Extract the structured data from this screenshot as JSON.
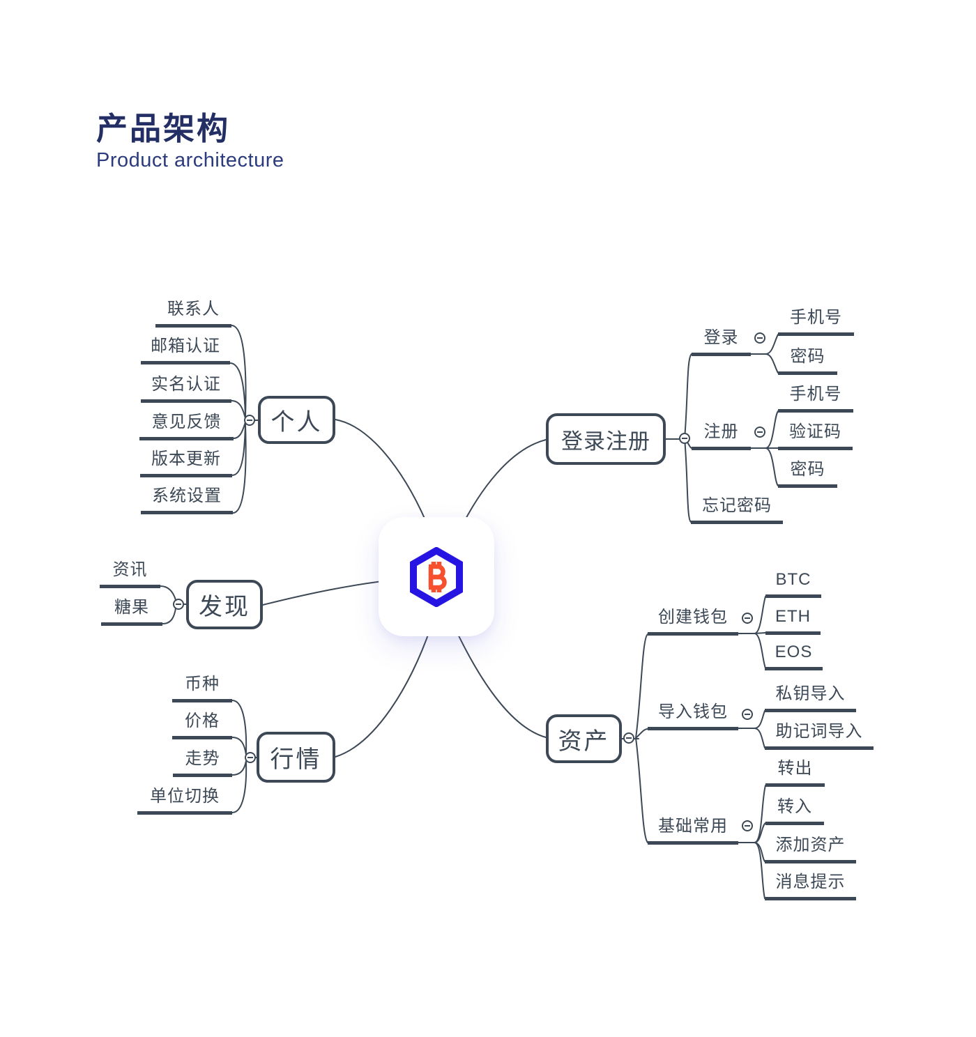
{
  "header": {
    "title": "产品架构",
    "subtitle": "Product architecture"
  },
  "colors": {
    "line": "#3c4855",
    "title": "#232f64",
    "subtitle": "#2b3b7e",
    "hexagon_blue": "#2614e3",
    "bitcoin_orange": "#f7502f"
  },
  "center": {
    "icon": "bitcoin-hexagon-app-icon"
  },
  "branches": [
    {
      "label": "个人",
      "children": [
        {
          "label": "联系人"
        },
        {
          "label": "邮箱认证"
        },
        {
          "label": "实名认证"
        },
        {
          "label": "意见反馈"
        },
        {
          "label": "版本更新"
        },
        {
          "label": "系统设置"
        }
      ]
    },
    {
      "label": "发现",
      "children": [
        {
          "label": "资讯"
        },
        {
          "label": "糖果"
        }
      ]
    },
    {
      "label": "行情",
      "children": [
        {
          "label": "币种"
        },
        {
          "label": "价格"
        },
        {
          "label": "走势"
        },
        {
          "label": "单位切换"
        }
      ]
    },
    {
      "label": "登录注册",
      "children": [
        {
          "label": "登录",
          "children": [
            {
              "label": "手机号"
            },
            {
              "label": "密码"
            }
          ]
        },
        {
          "label": "注册",
          "children": [
            {
              "label": "手机号"
            },
            {
              "label": "验证码"
            },
            {
              "label": "密码"
            }
          ]
        },
        {
          "label": "忘记密码",
          "children": []
        }
      ]
    },
    {
      "label": "资产",
      "children": [
        {
          "label": "创建钱包",
          "children": [
            {
              "label": "BTC"
            },
            {
              "label": "ETH"
            },
            {
              "label": "EOS"
            }
          ]
        },
        {
          "label": "导入钱包",
          "children": [
            {
              "label": "私钥导入"
            },
            {
              "label": "助记词导入"
            }
          ]
        },
        {
          "label": "基础常用",
          "children": [
            {
              "label": "转出"
            },
            {
              "label": "转入"
            },
            {
              "label": "添加资产"
            },
            {
              "label": "消息提示"
            }
          ]
        }
      ]
    }
  ]
}
